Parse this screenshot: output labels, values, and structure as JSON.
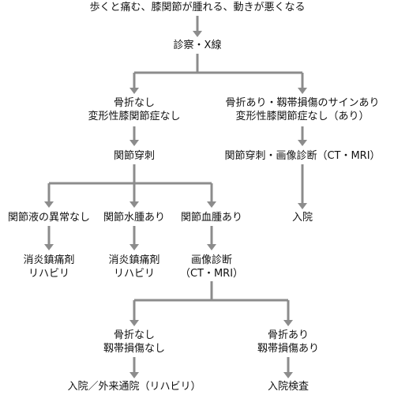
{
  "flowchart": {
    "start": "歩くと痛む、膝関節が腫れる、動きが悪くなる",
    "exam": "診察・X線",
    "no_fracture": [
      "骨折なし",
      "変形性膝関節症なし"
    ],
    "fracture_sign": [
      "骨折あり・靱帯損傷のサインあり",
      "変形性膝関節症なし（あり）"
    ],
    "aspiration": "関節穿刺",
    "aspiration_imaging": "関節穿刺・画像診断（CT・MRI）",
    "admission_right": "入院",
    "fluid_normal": "関節液の異常なし",
    "hydrarthrosis": "関節水腫あり",
    "hemarthrosis": "関節血腫あり",
    "treatment_a": [
      "消炎鎮痛剤",
      "リハビリ"
    ],
    "treatment_b": [
      "消炎鎮痛剤",
      "リハビリ"
    ],
    "imaging": [
      "画像診断",
      "（CT・MRI）"
    ],
    "imaging_no_fracture": [
      "骨折なし",
      "靱帯損傷なし"
    ],
    "imaging_fracture": [
      "骨折あり",
      "靱帯損傷あり"
    ],
    "admission_outpatient": "入院／外来通院（リハビリ）",
    "admission_exam": "入院検査"
  }
}
